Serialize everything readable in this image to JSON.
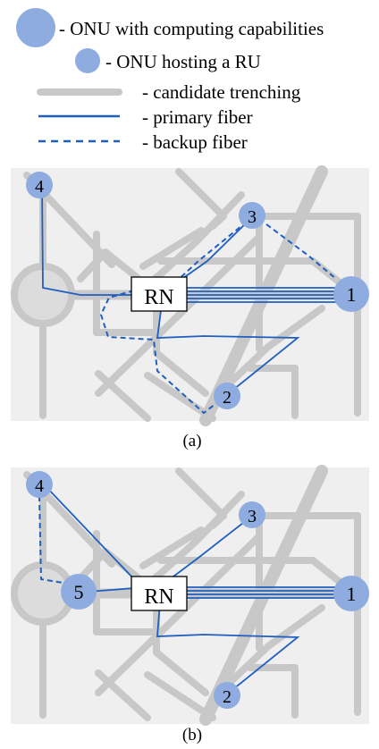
{
  "legend": {
    "onu_computing": "- ONU with computing capabilities",
    "onu_ru": "- ONU hosting a RU",
    "trenching": "- candidate trenching",
    "primary": "- primary fiber",
    "backup": "- backup fiber"
  },
  "colors": {
    "node_fill": "#8eacdf",
    "fiber": "#1f5fc0",
    "trench": "#c8c8c8",
    "map_bg": "#efefef"
  },
  "panel_a": {
    "caption": "(a)",
    "rn_label": "RN",
    "nodes": {
      "n1": "1",
      "n2": "2",
      "n3": "3",
      "n4": "4"
    }
  },
  "panel_b": {
    "caption": "(b)",
    "rn_label": "RN",
    "nodes": {
      "n1": "1",
      "n2": "2",
      "n3": "3",
      "n4": "4",
      "n5": "5"
    }
  }
}
